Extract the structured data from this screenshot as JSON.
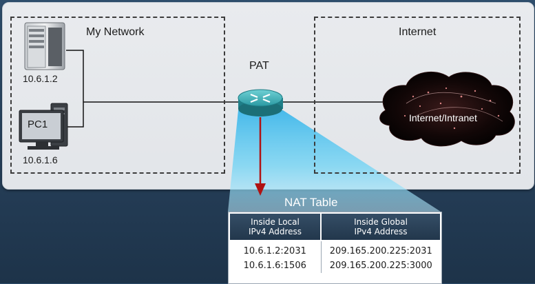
{
  "zones": {
    "my_network": "My Network",
    "internet": "Internet"
  },
  "devices": {
    "server_ip": "10.6.1.2",
    "pc_label": "PC1",
    "pc_ip": "10.6.1.6",
    "router_label": "PAT",
    "cloud_label": "Internet/Intranet"
  },
  "nat_table": {
    "title": "NAT Table",
    "headers": [
      "Inside Local\nIPv4 Address",
      "Inside Global\nIPv4 Address"
    ],
    "rows": [
      [
        "10.6.1.2:2031",
        "209.165.200.225:2031"
      ],
      [
        "10.6.1.6:1506",
        "209.165.200.225:3000"
      ]
    ]
  },
  "colors": {
    "router": "#3aa8b0",
    "arrow": "#b01212",
    "beam": "#5cc8f2"
  }
}
